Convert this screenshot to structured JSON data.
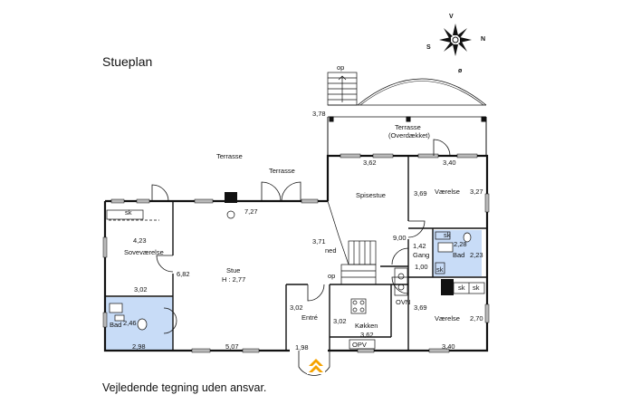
{
  "title": "Stueplan",
  "disclaimer": "Vejledende tegning uden ansvar.",
  "colors": {
    "wall": "#111111",
    "bath": "#c8dcf7",
    "entry": "#f5a300",
    "window": "#b9b9b9"
  },
  "compass": {
    "v": "V",
    "n": "N",
    "s": "S",
    "o": "ø"
  },
  "rooms": {
    "terrasse_top": "Terrasse",
    "terrasse_mid": "Terrasse",
    "terrasse_covered": "Terrasse",
    "terrasse_covered_sub": "(Overdækket)",
    "spisestue": "Spisestue",
    "vaerelse_top": "Værelse",
    "vaerelse_bottom": "Værelse",
    "sovevaerelse": "Soveværelse",
    "stue": "Stue",
    "stue_height": "H : 2,77",
    "bad_left": "Bad",
    "bad_right": "Bad",
    "entre": "Entré",
    "koekken": "Køkken",
    "gang": "Gang"
  },
  "labels": {
    "op_top": "op",
    "op_stairs": "op",
    "ned": "ned",
    "sk_left": "sk",
    "sk_bath": "sk",
    "sk_a": "sk",
    "sk_b": "sk",
    "sk_c": "sk",
    "ovn": "OVN",
    "opv": "OPV"
  },
  "dims": {
    "d_378": "3,78",
    "d_362a": "3,62",
    "d_340a": "3,40",
    "d_727": "7,27",
    "d_369a": "3,69",
    "d_327": "3,27",
    "d_423": "4,23",
    "d_371": "3,71",
    "d_900": "9,00",
    "d_142": "1,42",
    "d_228": "2,28",
    "d_223": "2,23",
    "d_682": "6,82",
    "d_100": "1,00",
    "d_302a": "3,02",
    "d_302b": "3,02",
    "d_302c": "3,02",
    "d_246": "2,46",
    "d_298": "2,98",
    "d_507": "5,07",
    "d_198": "1,98",
    "d_362b": "3,62",
    "d_369b": "3,69",
    "d_270": "2,70",
    "d_340b": "3,40"
  }
}
